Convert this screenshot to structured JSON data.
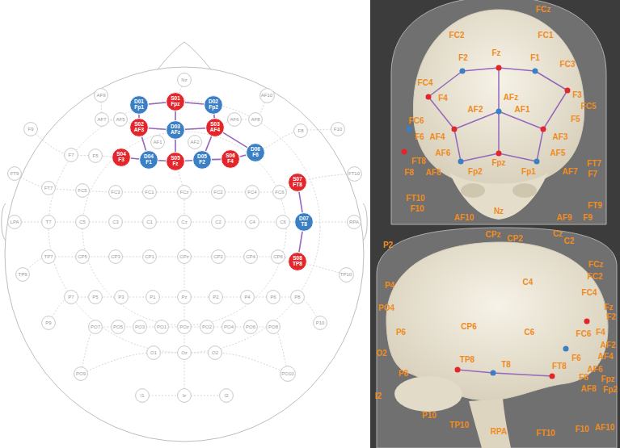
{
  "diagram": {
    "nodes": [
      {
        "text": [
          "D01",
          "Fp1"
        ]
      },
      {
        "text": [
          "S01",
          "Fpz"
        ]
      },
      {
        "text": [
          "D02",
          "Fp2"
        ]
      },
      {
        "text": [
          "S02",
          "AF3"
        ]
      },
      {
        "text": [
          "D03",
          "AFz"
        ]
      },
      {
        "text": [
          "S03",
          "AF4"
        ]
      },
      {
        "text": [
          "S04",
          "F3"
        ]
      },
      {
        "text": [
          "D04",
          "F1"
        ]
      },
      {
        "text": [
          "S05",
          "Fz"
        ]
      },
      {
        "text": [
          "D05",
          "F2"
        ]
      },
      {
        "text": [
          "S06",
          "F4"
        ]
      },
      {
        "text": [
          "D06",
          "F6"
        ]
      },
      {
        "text": [
          "S07",
          "FT8"
        ]
      },
      {
        "text": [
          "D07",
          "T8"
        ]
      },
      {
        "text": [
          "S08",
          "TP8"
        ]
      },
      {
        "text": [
          "Nz"
        ]
      },
      {
        "text": [
          "AF9"
        ]
      },
      {
        "text": [
          "AF10"
        ]
      },
      {
        "text": [
          "AF7"
        ]
      },
      {
        "text": [
          "AF5"
        ]
      },
      {
        "text": [
          "AF6"
        ]
      },
      {
        "text": [
          "AF8"
        ]
      },
      {
        "text": [
          "F9"
        ]
      },
      {
        "text": [
          "F10"
        ]
      },
      {
        "text": [
          "F8"
        ]
      },
      {
        "text": [
          "AF1"
        ]
      },
      {
        "text": [
          "AF2"
        ]
      },
      {
        "text": [
          "F7"
        ]
      },
      {
        "text": [
          "F5"
        ]
      },
      {
        "text": [
          "FT9"
        ]
      },
      {
        "text": [
          "FT10"
        ]
      },
      {
        "text": [
          "FT7"
        ]
      },
      {
        "text": [
          "FC5"
        ]
      },
      {
        "text": [
          "FC3"
        ]
      },
      {
        "text": [
          "FC1"
        ]
      },
      {
        "text": [
          "FCz"
        ]
      },
      {
        "text": [
          "FC2"
        ]
      },
      {
        "text": [
          "FC4"
        ]
      },
      {
        "text": [
          "FC6"
        ]
      },
      {
        "text": [
          "LPA"
        ]
      },
      {
        "text": [
          "T7"
        ]
      },
      {
        "text": [
          "C5"
        ]
      },
      {
        "text": [
          "C3"
        ]
      },
      {
        "text": [
          "C1"
        ]
      },
      {
        "text": [
          "Cz"
        ]
      },
      {
        "text": [
          "C2"
        ]
      },
      {
        "text": [
          "C4"
        ]
      },
      {
        "text": [
          "C6"
        ]
      },
      {
        "text": [
          "RPA"
        ]
      },
      {
        "text": [
          "TP7"
        ]
      },
      {
        "text": [
          "CP5"
        ]
      },
      {
        "text": [
          "CP3"
        ]
      },
      {
        "text": [
          "CP1"
        ]
      },
      {
        "text": [
          "CPz"
        ]
      },
      {
        "text": [
          "CP2"
        ]
      },
      {
        "text": [
          "CP4"
        ]
      },
      {
        "text": [
          "CP6"
        ]
      },
      {
        "text": [
          "TP9"
        ]
      },
      {
        "text": [
          "TP10"
        ]
      },
      {
        "text": [
          "P7"
        ]
      },
      {
        "text": [
          "P5"
        ]
      },
      {
        "text": [
          "P3"
        ]
      },
      {
        "text": [
          "P1"
        ]
      },
      {
        "text": [
          "Pz"
        ]
      },
      {
        "text": [
          "P2"
        ]
      },
      {
        "text": [
          "P4"
        ]
      },
      {
        "text": [
          "P6"
        ]
      },
      {
        "text": [
          "P8"
        ]
      },
      {
        "text": [
          "P9"
        ]
      },
      {
        "text": [
          "P10"
        ]
      },
      {
        "text": [
          "PO7"
        ]
      },
      {
        "text": [
          "PO5"
        ]
      },
      {
        "text": [
          "PO3"
        ]
      },
      {
        "text": [
          "PO1"
        ]
      },
      {
        "text": [
          "POz"
        ]
      },
      {
        "text": [
          "PO2"
        ]
      },
      {
        "text": [
          "PO4"
        ]
      },
      {
        "text": [
          "PO6"
        ]
      },
      {
        "text": [
          "PO8"
        ]
      },
      {
        "text": [
          "O1"
        ]
      },
      {
        "text": [
          "Oz"
        ]
      },
      {
        "text": [
          "O2"
        ]
      },
      {
        "text": [
          "PO9"
        ]
      },
      {
        "text": [
          "PO10"
        ]
      },
      {
        "text": [
          "I1"
        ]
      },
      {
        "text": [
          "Iz"
        ]
      },
      {
        "text": [
          "I2"
        ]
      }
    ],
    "edges": [
      {
        "from": 1,
        "to": 0,
        "arrow": "none"
      },
      {
        "from": 1,
        "to": 2,
        "arrow": "none"
      },
      {
        "from": 3,
        "to": 0,
        "arrow": "none"
      },
      {
        "from": 1,
        "to": 4,
        "arrow": "none"
      },
      {
        "from": 5,
        "to": 2,
        "arrow": "none"
      },
      {
        "from": 3,
        "to": 4,
        "arrow": "none"
      },
      {
        "from": 5,
        "to": 4,
        "arrow": "none"
      },
      {
        "from": 3,
        "to": 7,
        "arrow": "none"
      },
      {
        "from": 8,
        "to": 4,
        "arrow": "none"
      },
      {
        "from": 5,
        "to": 9,
        "arrow": "none"
      },
      {
        "from": 5,
        "to": 11,
        "arrow": "none"
      },
      {
        "from": 6,
        "to": 7,
        "arrow": "none"
      },
      {
        "from": 8,
        "to": 7,
        "arrow": "none"
      },
      {
        "from": 8,
        "to": 9,
        "arrow": "none"
      },
      {
        "from": 10,
        "to": 9,
        "arrow": "none"
      },
      {
        "from": 10,
        "to": 11,
        "arrow": "none"
      },
      {
        "from": 12,
        "to": 13,
        "arrow": "none"
      },
      {
        "from": 14,
        "to": 13,
        "arrow": "none"
      }
    ],
    "labels": [
      "FCz",
      "FC2",
      "FC1",
      "Fz",
      "F2",
      "F1",
      "FC3",
      "FC4",
      "F4",
      "AFz",
      "F3",
      "FC5",
      "AF2",
      "AF1",
      "FC6",
      "F6",
      "AF4",
      "AF3",
      "F5",
      "AF6",
      "AF5",
      "FT8",
      "F8",
      "AF8",
      "Fp2",
      "Fpz",
      "Fp1",
      "AF7",
      "FT7",
      "F7",
      "FT10",
      "F10",
      "Nz",
      "AF10",
      "AF9",
      "FT9",
      "F9",
      "CPz",
      "CP2",
      "Cz",
      "C2",
      "P2",
      "FCz",
      "FC2",
      "C4",
      "P4",
      "FC4",
      "Fz",
      "PO4",
      "F2",
      "CP6",
      "F4",
      "P6",
      "C6",
      "FC6",
      "AF2",
      "O2",
      "AF4",
      "F6",
      "TP8",
      "T8",
      "FT8",
      "AF6",
      "P8",
      "F8",
      "Fpz",
      "AF8",
      "Fp2",
      "I2",
      "P10",
      "TP10",
      "RPA",
      "FT10",
      "F10",
      "AF10"
    ]
  }
}
